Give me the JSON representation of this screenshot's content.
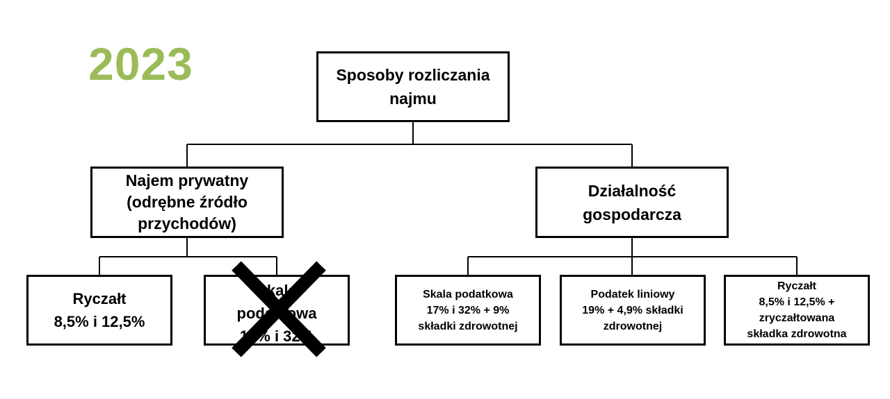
{
  "year": "2023",
  "colors": {
    "year_green": "#9bbb59",
    "box_border": "#000000",
    "cross": "#000000"
  },
  "diagram": {
    "root": "Sposoby rozliczania\nnajmu",
    "private": {
      "label": "Najem prywatny\n(odrębne źródło\nprzychodów)",
      "children": {
        "lump_sum": "Ryczałt\n8,5% i 12,5%",
        "tax_scale": "Skala\npodatkowa\n12% i 32%",
        "tax_scale_crossed_out": true
      }
    },
    "business": {
      "label": "Działalność\ngospodarcza",
      "children": {
        "tax_scale": "Skala podatkowa\n17% i 32% + 9%\nskładki zdrowotnej",
        "linear_tax": "Podatek liniowy\n19% + 4,9% składki\nzdrowotnej",
        "lump_sum": "Ryczałt\n8,5% i 12,5% +\nzryczałtowana\nskładka zdrowotna"
      }
    }
  }
}
